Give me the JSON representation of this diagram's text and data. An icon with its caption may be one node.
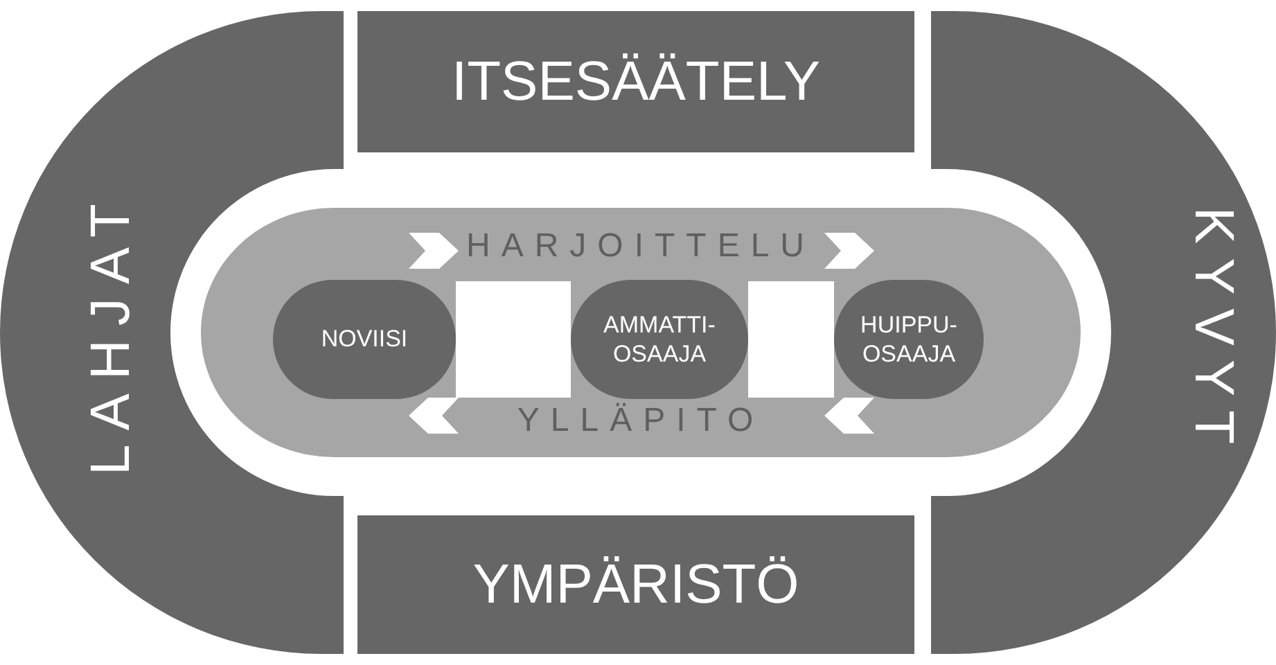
{
  "diagram": {
    "nodes": [
      {
        "text": [
          "LAHJAT"
        ]
      },
      {
        "text": [
          "ITSESÄÄTELY"
        ]
      },
      {
        "text": [
          "KYVYT"
        ]
      },
      {
        "text": [
          "YMPÄRISTÖ"
        ]
      },
      {
        "text": [
          "HARJOITTELU",
          "YLLÄPITO"
        ]
      },
      {
        "text": [
          "NOVIISI"
        ],
        "in": 4
      },
      {
        "text": [
          "AMMATTI-OSAAJA"
        ],
        "in": 4
      },
      {
        "text": [
          "HUIPPU-OSAAJA"
        ],
        "in": 4
      }
    ],
    "edges": [
      {
        "from": 5,
        "to": 6,
        "arrow": "none"
      },
      {
        "from": 6,
        "to": 7,
        "arrow": "none"
      }
    ]
  }
}
